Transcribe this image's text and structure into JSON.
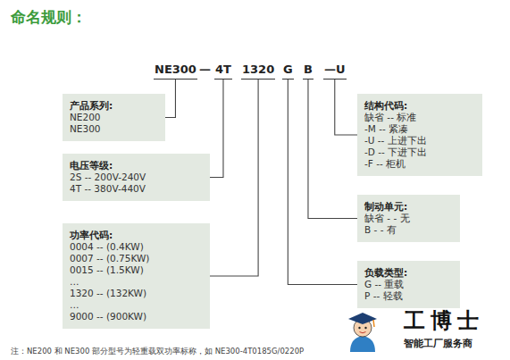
{
  "diagram": {
    "title": "命名规则：",
    "nodes": [
      {
        "text": [
          "NE300"
        ]
      },
      {
        "text": [
          "4T"
        ]
      },
      {
        "text": [
          "1320"
        ]
      },
      {
        "text": [
          "G"
        ]
      },
      {
        "text": [
          "B"
        ]
      },
      {
        "text": [
          "—U"
        ]
      },
      {
        "text": [
          "产品系列:",
          "NE200",
          "NE300"
        ]
      },
      {
        "text": [
          "电压等级:",
          "2S -- 200V-240V",
          "4T -- 380V-440V"
        ]
      },
      {
        "text": [
          "功率代码:",
          "0004 -- (0.4KW)",
          "0007 -- (0.75KW)",
          "0015 -- (1.5KW)",
          "…",
          "1320 -- (132KW)",
          "…",
          "9000 -- (900KW)"
        ]
      },
      {
        "text": [
          "结构代码:",
          "缺省 -- 标准",
          "-M -- 紧凑",
          "-U -- 上进下出",
          "-D -- 下进下出",
          "-F -- 柜机"
        ]
      },
      {
        "text": [
          "制动单元:",
          "缺省 - - 无",
          "B - - 有"
        ]
      },
      {
        "text": [
          "负载类型:",
          "G -- 重载",
          "P -- 轻载"
        ]
      }
    ],
    "edges": [
      {
        "from": 0,
        "to": 6,
        "arrow": "none"
      },
      {
        "from": 1,
        "to": 7,
        "arrow": "none"
      },
      {
        "from": 2,
        "to": 8,
        "arrow": "none"
      },
      {
        "from": 5,
        "to": 9,
        "arrow": "none"
      },
      {
        "from": 4,
        "to": 10,
        "arrow": "none"
      },
      {
        "from": 3,
        "to": 11,
        "arrow": "none"
      }
    ],
    "labels": [
      "—",
      "注：NE200 和 NE300 部分型号为轻重载双功率标称，如 NE300-4T0185G/0220P",
      "工博士",
      "智能工厂服务商"
    ]
  }
}
